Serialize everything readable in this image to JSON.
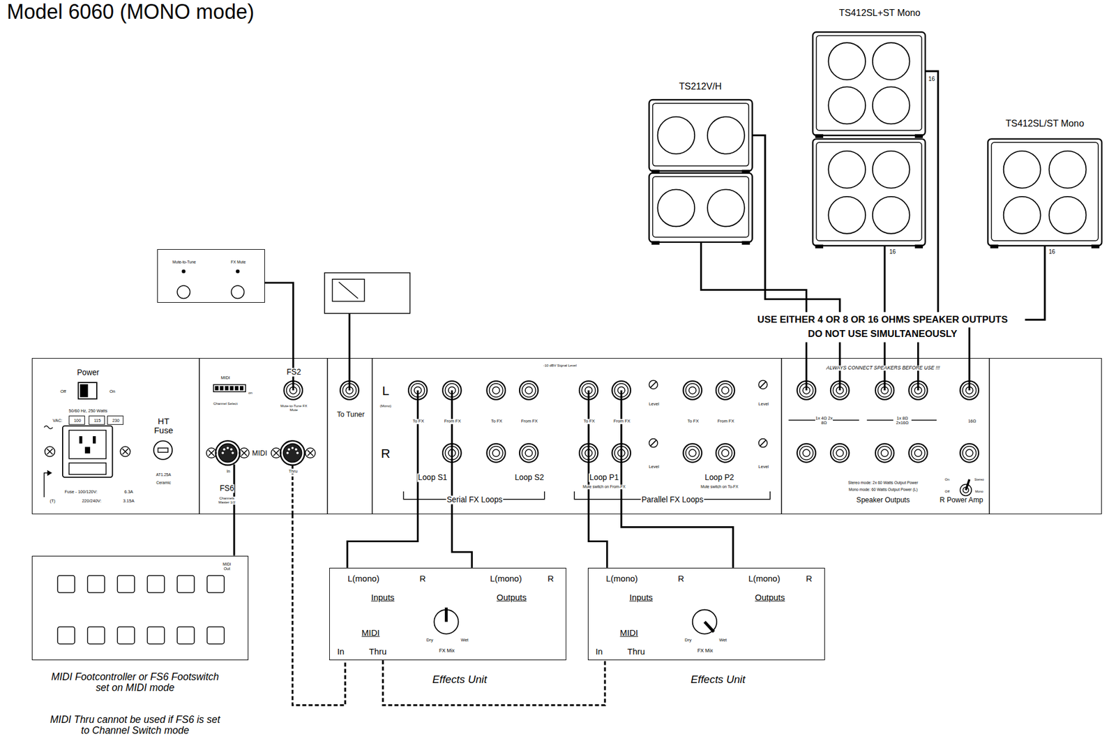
{
  "diagram": {
    "title": "Model 6060 (MONO mode)",
    "nodes": [
      {
        "text": [
          "TS412SL+ST Mono",
          "16",
          "16"
        ]
      },
      {
        "text": [
          "TS212V/H"
        ]
      },
      {
        "text": [
          "TS412SL/ST Mono",
          "16"
        ]
      },
      {
        "text": [
          "Mute-to-Tune",
          "FX Mute"
        ]
      },
      {
        "text": [
          "Power",
          "Off",
          "On",
          "50/60 Hz, 250 Watts",
          "VAC:",
          "100",
          "115",
          "230",
          "Fuse - 100/120V:",
          "6.3A",
          "(T)",
          "220/240V:",
          "3.15A",
          "HT Fuse",
          "AT1.25A",
          "Ceramic",
          "MIDI",
          "on",
          "Channel Select",
          "FS2",
          "Mute-to-Tune FX Mute",
          "MIDI",
          "In",
          "Thru",
          "FS6",
          "Channels Master 1/2",
          "To Tuner",
          "L",
          "(Mono)",
          "R",
          "-10 dBV Signal Level",
          "To FX",
          "From FX",
          "To FX",
          "From FX",
          "Loop S1",
          "Loop S2",
          "Serial FX Loops",
          "To FX",
          "From FX",
          "Level",
          "Level",
          "Loop P1",
          "Mute switch on From-FX",
          "To FX",
          "From FX",
          "Level",
          "Level",
          "Loop P2",
          "Mute switch on To-FX",
          "Parallel FX Loops",
          "ALWAYS CONNECT SPEAKERS BEFORE USE !!!",
          "1x 4Ω 2x 8Ω",
          "1x 8Ω 2x16Ω",
          "16Ω",
          "Stereo mode: 2x 60 Watts Output Power",
          "Mono mode: 60 Watts Output Power (L)",
          "Speaker Outputs",
          "On",
          "Stereo",
          "Off",
          "Mono",
          "R Power Amp"
        ]
      },
      {
        "text": [
          "MIDI Out",
          "MIDI Footcontroller or FS6 Footswitch set on MIDI mode",
          "MIDI Thru cannot be used if FS6 is set to Channel Switch mode"
        ]
      },
      {
        "text": [
          "L(mono)",
          "R",
          "Inputs",
          "L(mono)",
          "R",
          "Outputs",
          "MIDI",
          "In",
          "Thru",
          "Dry",
          "Wet",
          "FX Mix",
          "Effects Unit"
        ]
      },
      {
        "text": [
          "L(mono)",
          "R",
          "Inputs",
          "L(mono)",
          "R",
          "Outputs",
          "MIDI",
          "In",
          "Thru",
          "Dry",
          "Wet",
          "FX Mix",
          "Effects Unit"
        ]
      }
    ],
    "edges": [
      {
        "from": 1,
        "to": 4,
        "arrow": "none"
      },
      {
        "from": 1,
        "to": 4,
        "arrow": "none"
      },
      {
        "from": 0,
        "to": 4,
        "arrow": "none"
      },
      {
        "from": 0,
        "to": 4,
        "arrow": "none"
      },
      {
        "from": 2,
        "to": 4,
        "arrow": "none"
      },
      {
        "from": 3,
        "to": 4,
        "arrow": "none"
      },
      {
        "from": 5,
        "to": 4,
        "arrow": "none"
      },
      {
        "from": 4,
        "to": 6,
        "arrow": "none"
      },
      {
        "from": 6,
        "to": 7,
        "arrow": "none"
      },
      {
        "from": 4,
        "to": 6,
        "arrow": "none"
      },
      {
        "from": 6,
        "to": 4,
        "arrow": "none"
      },
      {
        "from": 4,
        "to": 7,
        "arrow": "none"
      },
      {
        "from": 7,
        "to": 4,
        "arrow": "none"
      }
    ],
    "labels": [
      "USE EITHER 4 OR 8 OR 16 OHMS SPEAKER OUTPUTS",
      "DO NOT USE SIMULTANEOUSLY"
    ]
  }
}
